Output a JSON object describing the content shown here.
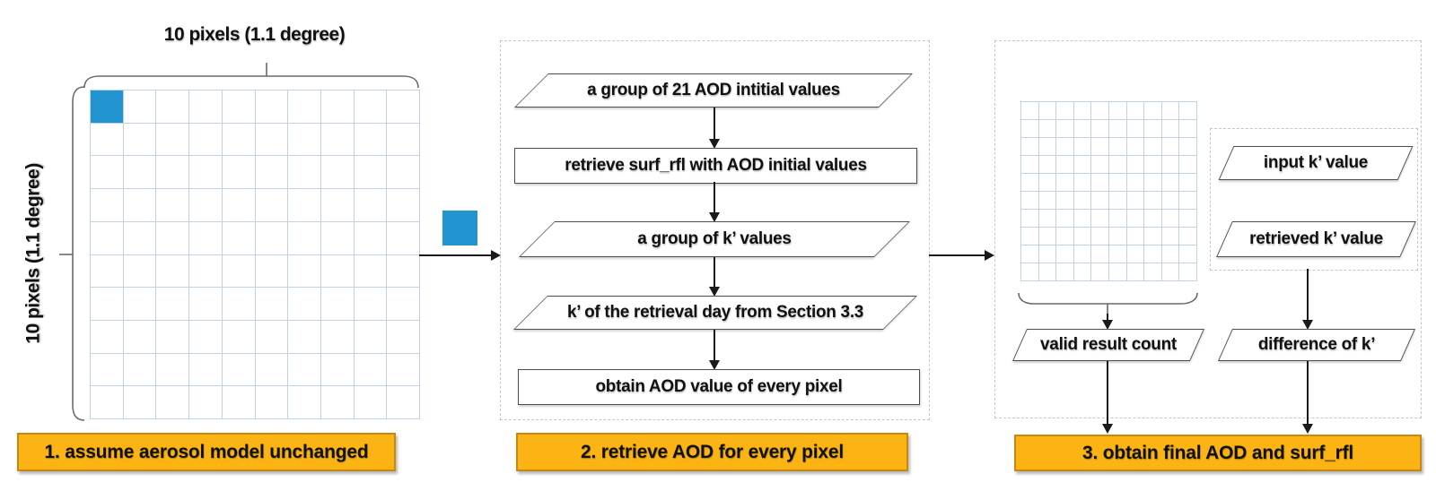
{
  "colors": {
    "highlight_blue": "#2295d0",
    "grid_line": "#c3d2e3",
    "caption_fill": "#fcb415",
    "caption_border": "#c8870e",
    "shape_border": "#4d4d4d",
    "arrow_black": "#1a1a1a"
  },
  "panel1": {
    "top_label": "10 pixels (1.1 degree)",
    "left_label": "10 pixels (1.1 degree)",
    "grid": {
      "rows": 10,
      "cols": 10,
      "highlight_row": 0,
      "highlight_col": 0
    },
    "caption": "1. assume aerosol model unchanged"
  },
  "panel2": {
    "steps": [
      {
        "shape": "parallelogram",
        "label": "a group of 21 AOD intitial values"
      },
      {
        "shape": "rect",
        "label": "retrieve surf_rfl with AOD initial values"
      },
      {
        "shape": "parallelogram",
        "label": "a group of k’  values"
      },
      {
        "shape": "parallelogram",
        "label": "k’  of the retrieval day from Section 3.3"
      },
      {
        "shape": "rect",
        "label": "obtain AOD value of every pixel"
      }
    ],
    "caption": "2. retrieve AOD for every pixel"
  },
  "panel3": {
    "grid": {
      "rows": 10,
      "cols": 10
    },
    "input_k": "input k’  value",
    "retrieved_k": "retrieved k’  value",
    "valid_count": "valid result count",
    "difference": "difference of k’",
    "caption": "3. obtain final AOD and surf_rfl"
  }
}
